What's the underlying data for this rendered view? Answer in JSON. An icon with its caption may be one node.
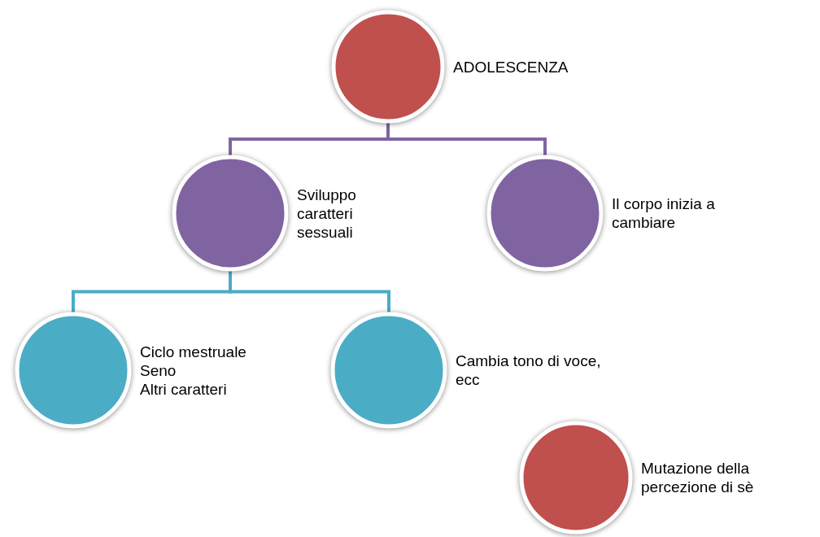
{
  "diagram": {
    "nodes": [
      {
        "text": [
          "ADOLESCENZA"
        ]
      },
      {
        "text": [
          "Sviluppo caratteri sessuali"
        ]
      },
      {
        "text": [
          "Il corpo inizia a cambiare"
        ]
      },
      {
        "text": [
          "Ciclo mestruale",
          "Seno",
          "Altri caratteri"
        ]
      },
      {
        "text": [
          "Cambia tono di voce, ecc"
        ]
      },
      {
        "text": [
          "Mutazione della percezione di sè"
        ]
      }
    ],
    "edges": [
      {
        "from": 0,
        "to": 1,
        "arrow": "none",
        "color": "#8064a2"
      },
      {
        "from": 0,
        "to": 2,
        "arrow": "none",
        "color": "#8064a2"
      },
      {
        "from": 1,
        "to": 3,
        "arrow": "none",
        "color": "#4bacc6"
      },
      {
        "from": 1,
        "to": 4,
        "arrow": "none",
        "color": "#4bacc6"
      }
    ]
  }
}
